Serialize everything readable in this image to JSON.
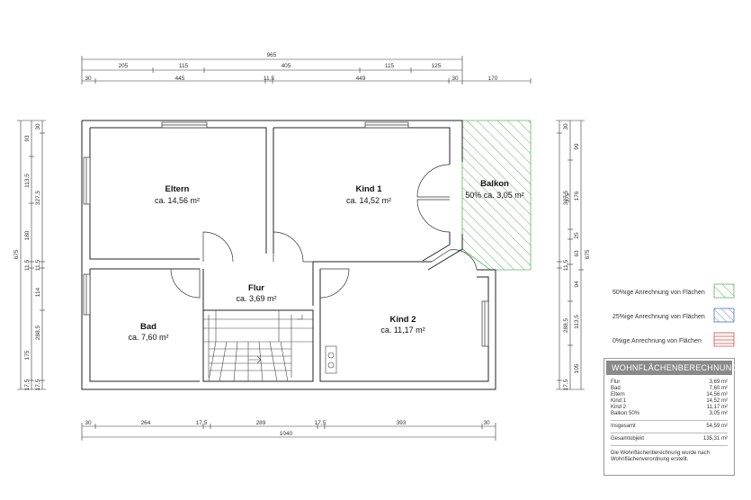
{
  "dimensions": {
    "top_total": "965",
    "top_row1": [
      "205",
      "115",
      "405",
      "115",
      "125"
    ],
    "top_row2": [
      "30",
      "445",
      "11,5",
      "449",
      "30",
      "170"
    ],
    "bottom_row1": [
      "30",
      "264",
      "17,5",
      "289",
      "17,5",
      "393",
      "30"
    ],
    "bottom_total": "1040",
    "left_outer": "675",
    "left_col1": [
      "93",
      "113,5",
      "180",
      "11,5",
      "175",
      "17,5"
    ],
    "left_col2": [
      "30",
      "327,5",
      "11,5",
      "114",
      "288,5",
      "17,5"
    ],
    "right_outer": "675",
    "right_col1": [
      "30",
      "327,5",
      "11,5",
      "288,5",
      "17,5"
    ],
    "right_col2": [
      "99",
      "176",
      "25",
      "63",
      "94",
      "113,5",
      "105"
    ],
    "right_extra": "375"
  },
  "rooms": {
    "eltern": {
      "name": "Eltern",
      "area": "ca. 14,56 m²"
    },
    "kind1": {
      "name": "Kind 1",
      "area": "ca. 14,52 m²"
    },
    "balkon": {
      "name": "Balkon",
      "area": "50% ca. 3,05 m²"
    },
    "flur": {
      "name": "Flur",
      "area": "ca. 3,69 m²"
    },
    "bad": {
      "name": "Bad",
      "area": "ca. 7,60 m²"
    },
    "kind2": {
      "name": "Kind 2",
      "area": "ca. 11,17 m²"
    }
  },
  "legend": [
    {
      "label": "50%ige Anrechnung von Flächen",
      "color": "#5cb85c"
    },
    {
      "label": "25%ige Anrechnung von Flächen",
      "color": "#4a6fc4"
    },
    {
      "label": "0%ige Anrechnung von Flächen",
      "color": "#d9534f"
    }
  ],
  "summary": {
    "title": "WOHNFLÄCHENBERECHNUNG",
    "rows": [
      {
        "label": "Flur",
        "value": "3,69 m²"
      },
      {
        "label": "Bad",
        "value": "7,60 m²"
      },
      {
        "label": "Eltern",
        "value": "14,56 m²"
      },
      {
        "label": "Kind 1",
        "value": "14,52 m²"
      },
      {
        "label": "Kind 2",
        "value": "11,17 m²"
      },
      {
        "label": "Balkon 50%",
        "value": "3,05 m²"
      }
    ],
    "insgesamt_label": "Insgesamt",
    "insgesamt_value": "54,59 m²",
    "gesamt_label": "Gesamtobjekt",
    "gesamt_value": "135,31 m²",
    "note": "Die Wohnflächenberechnung wurde nach Wohnflächenverordnung erstellt."
  }
}
